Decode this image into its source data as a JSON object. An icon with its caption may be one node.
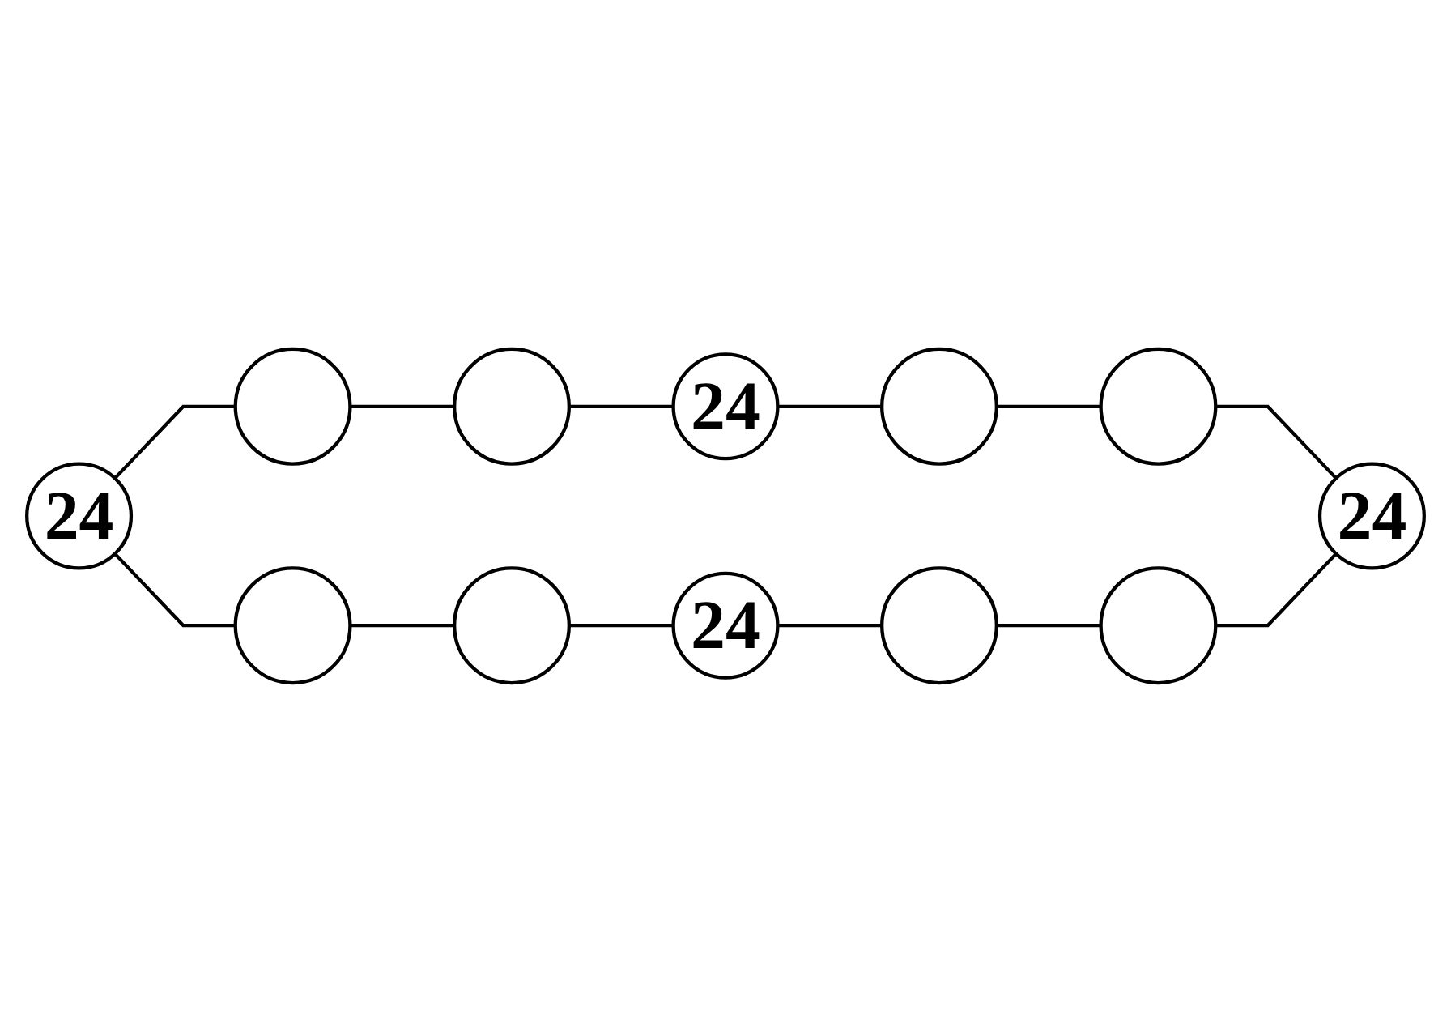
{
  "diagram": {
    "nodes": [
      {
        "text": [
          "24"
        ]
      },
      {
        "text": [],
        "shape": "ellipse"
      },
      {
        "text": [],
        "shape": "ellipse"
      },
      {
        "text": [
          "24"
        ]
      },
      {
        "text": [],
        "shape": "ellipse"
      },
      {
        "text": [],
        "shape": "ellipse"
      },
      {
        "text": [],
        "shape": "ellipse"
      },
      {
        "text": [],
        "shape": "ellipse"
      },
      {
        "text": [
          "24"
        ]
      },
      {
        "text": [],
        "shape": "ellipse"
      },
      {
        "text": [],
        "shape": "ellipse"
      },
      {
        "text": [
          "24"
        ]
      }
    ],
    "edges": [
      {
        "from": 0,
        "to": 1,
        "arrow": "none"
      },
      {
        "from": 1,
        "to": 2,
        "arrow": "none"
      },
      {
        "from": 2,
        "to": 3,
        "arrow": "none"
      },
      {
        "from": 0,
        "to": 4,
        "arrow": "none"
      },
      {
        "from": 3,
        "to": 5,
        "arrow": "none"
      },
      {
        "from": 4,
        "to": 6,
        "arrow": "none"
      },
      {
        "from": 5,
        "to": 7,
        "arrow": "none"
      },
      {
        "from": 6,
        "to": 8,
        "arrow": "none"
      },
      {
        "from": 7,
        "to": 11,
        "arrow": "none"
      },
      {
        "from": 8,
        "to": 9,
        "arrow": "none"
      },
      {
        "from": 9,
        "to": 10,
        "arrow": "none"
      },
      {
        "from": 10,
        "to": 11,
        "arrow": "none"
      }
    ]
  }
}
